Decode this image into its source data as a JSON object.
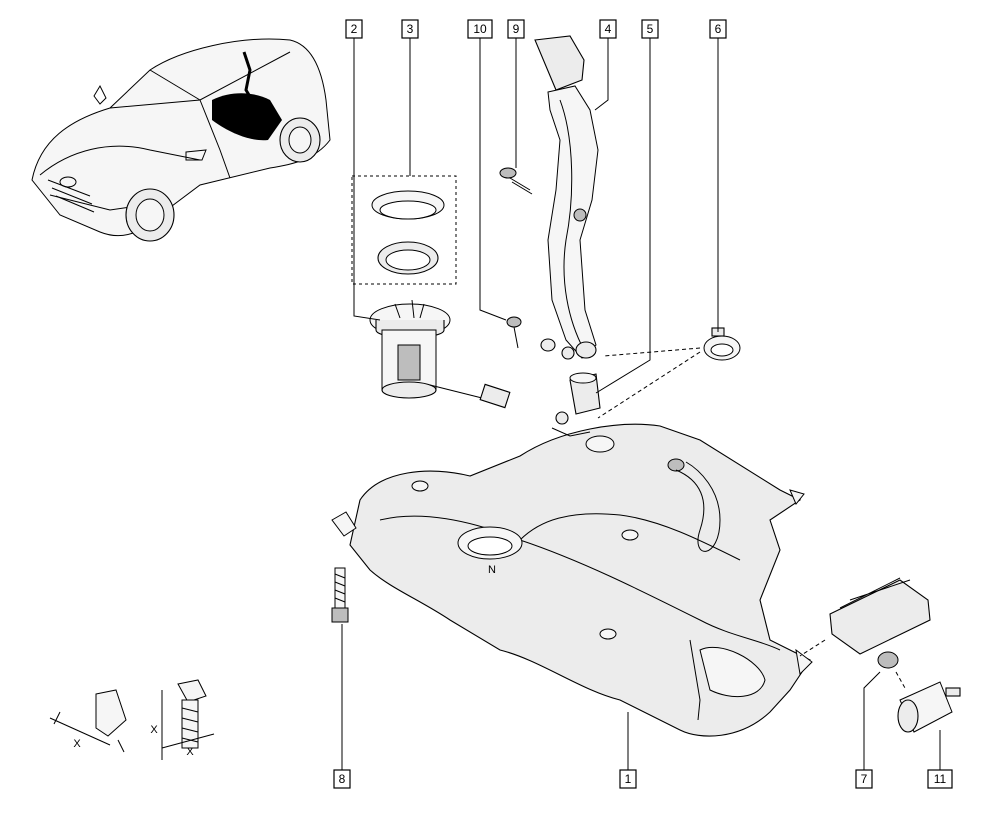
{
  "callouts": [
    "1",
    "2",
    "3",
    "4",
    "5",
    "6",
    "7",
    "8",
    "9",
    "10",
    "11"
  ],
  "dimension_label": "X",
  "tank_mark": "N"
}
